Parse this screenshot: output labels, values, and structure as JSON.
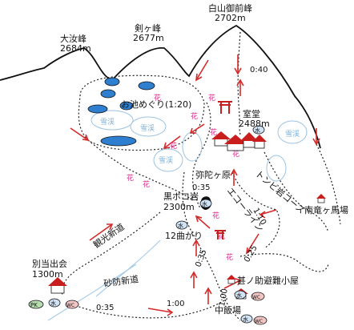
{
  "peaks": {
    "oonanji": {
      "name": "大汝峰",
      "elev": "2684m"
    },
    "kengamine": {
      "name": "剣ヶ峰",
      "elev": "2677m"
    },
    "gozengamine": {
      "name": "白山御前峰",
      "elev": "2702m"
    }
  },
  "places": {
    "oike": "お池めぐり(1:20)",
    "murodo": "室堂",
    "murodo_elev": "2488m",
    "midagahara": "弥陀ヶ原",
    "kurobokoiwa": "黒ボコ岩",
    "kurobokoiwa_elev": "2300m",
    "junimagari": "12曲がり",
    "jinnosuke": "甚ノ助避難小屋",
    "nakaiihaba": "中飯場",
    "betto": "別当出会",
    "betto_elev": "1300m",
    "minami_ryugababa": "南竜ヶ馬場"
  },
  "routes": {
    "tonbiiwa": "トンビ岩コース",
    "echo": "エコーライン",
    "kanko": "観光新道",
    "sabo": "砂防新道"
  },
  "times": {
    "t_summit": "0:40",
    "t_midagahara": "0:35",
    "t_echo": "1:10",
    "t_025": "0:25",
    "t_12magari": "0:35",
    "t_jinnosuke": "1:00",
    "t_nakaiihaba": "1:00",
    "t_betto": "0:35"
  },
  "markers": {
    "flower": "花",
    "snow": "雪渓",
    "water": "水",
    "wc": "WC",
    "parking": "PK",
    "torii_symbol": "⛩"
  },
  "colors": {
    "route_arrow": "#d42a2a",
    "flower": "#e0218a",
    "snow": "#7fb2d8",
    "pond": "#2f7fd0",
    "hut_roof": "#c81e1e",
    "water_bg": "#cfe3f5",
    "wc_bg": "#f3c6c6",
    "pk_bg": "#b6dcb0"
  }
}
